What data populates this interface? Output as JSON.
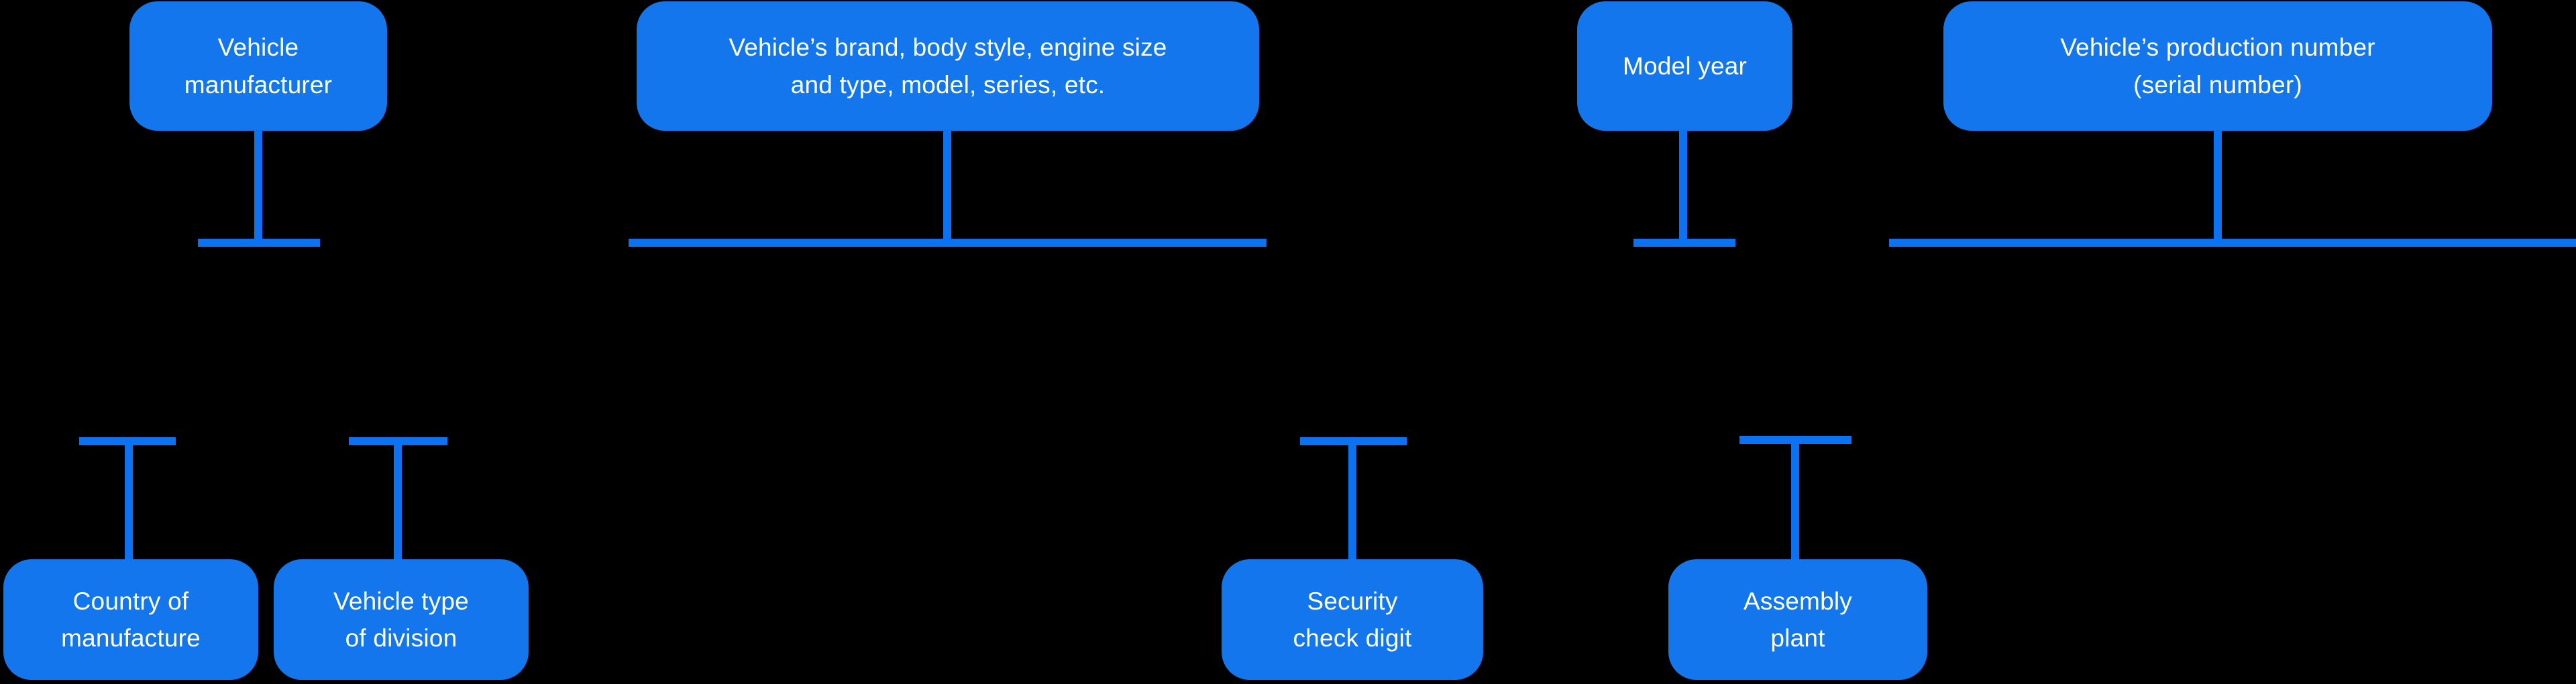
{
  "colors": {
    "background": "#000000",
    "box": "#1476EC",
    "connector": "#0B72F1",
    "text": "#FFFFFF"
  },
  "diagram": {
    "type": "vin-structure-diagram",
    "nodes": {
      "vehicle_manufacturer": {
        "label": "Vehicle\nmanufacturer"
      },
      "brand_body_style": {
        "label": "Vehicle’s brand, body style, engine size\nand type, model, series, etc."
      },
      "model_year": {
        "label": "Model year"
      },
      "production_number": {
        "label": "Vehicle’s production number\n(serial number)"
      },
      "country_of_manufacture": {
        "label": "Country of\nmanufacture"
      },
      "vehicle_type_division": {
        "label": "Vehicle type\nof division"
      },
      "security_check_digit": {
        "label": "Security\ncheck digit"
      },
      "assembly_plant": {
        "label": "Assembly\nplant"
      }
    }
  }
}
